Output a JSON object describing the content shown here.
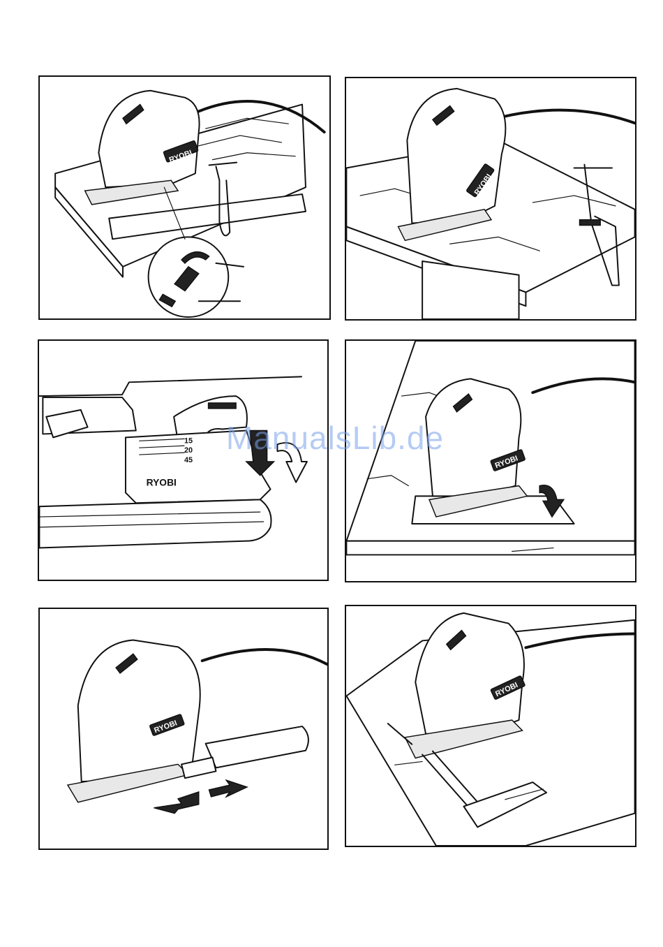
{
  "brand_label": "RYOBI",
  "bevel_dial_values": [
    "15",
    "20",
    "45"
  ],
  "watermark": "ManualsLib.de",
  "colors": {
    "line": "#111111",
    "background": "#ffffff",
    "watermark": "#78a0eb"
  },
  "panels": [
    {
      "id": "panel-1",
      "subject": "jigsaw-with-clamp-and-dial-detail"
    },
    {
      "id": "panel-2",
      "subject": "jigsaw-on-clamped-board"
    },
    {
      "id": "panel-3",
      "subject": "bevel-scale-closeup"
    },
    {
      "id": "panel-4",
      "subject": "plunge-cut-in-panel"
    },
    {
      "id": "panel-5",
      "subject": "dust-extraction-adapter"
    },
    {
      "id": "panel-6",
      "subject": "parallel-guide-attachment"
    }
  ]
}
